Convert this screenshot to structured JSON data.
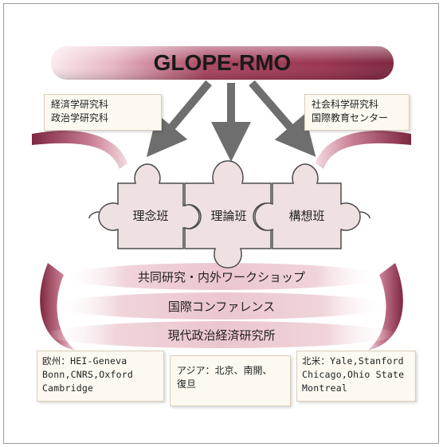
{
  "title": "GLOPE-RMO",
  "left_org": [
    "経済学研究科",
    "政治学研究科"
  ],
  "right_org": [
    "社会科学研究科",
    "国際教育センター"
  ],
  "teams": [
    "理念班",
    "理論班",
    "構想班"
  ],
  "layers": [
    "共同研究・内外ワークショップ",
    "国際コンファレンス",
    "現代政治経済研究所"
  ],
  "europe": [
    "欧州：HEI-Geneva",
    "Bonn,CNRS,Oxford",
    "Cambridge"
  ],
  "asia": [
    "アジア：北京、南開、",
    "復旦"
  ],
  "north_america": [
    "北米：Yale,Stanford",
    "Chicago,Ohio State",
    "Montreal"
  ],
  "colors": {
    "banner": "#9c3a55",
    "banner_light": "#f4d9df",
    "arrow": "#6e6e6e",
    "puzzle": "#efe0e2",
    "outline": "#4d4d4d"
  }
}
